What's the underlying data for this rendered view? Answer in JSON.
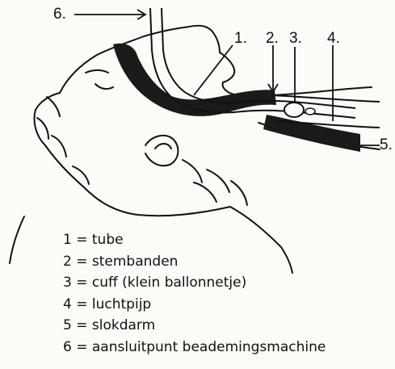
{
  "callouts": {
    "c1": "1.",
    "c2": "2.",
    "c3": "3.",
    "c4": "4.",
    "c5": "5.",
    "c6": "6."
  },
  "legend": [
    {
      "num": "1",
      "eq": "=",
      "text": "tube"
    },
    {
      "num": "2",
      "eq": "=",
      "text": "stembanden"
    },
    {
      "num": "3",
      "eq": "=",
      "text": "cuff (klein ballonnetje)"
    },
    {
      "num": "4",
      "eq": "=",
      "text": "luchtpijp"
    },
    {
      "num": "5",
      "eq": "=",
      "text": "slokdarm"
    },
    {
      "num": "6",
      "eq": "=",
      "text": "aansluitpunt beademingsmachine"
    }
  ],
  "colors": {
    "ink": "#111111",
    "paper": "#fbfbf8",
    "fill_dark": "#1a1a1a"
  }
}
